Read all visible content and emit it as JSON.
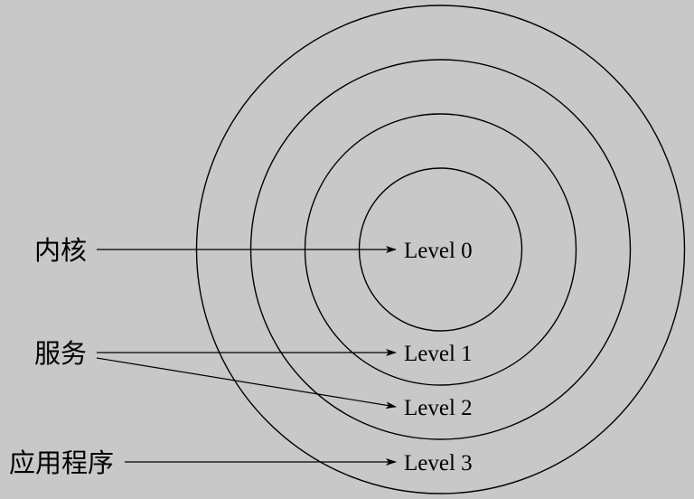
{
  "colors": {
    "background": "#c8c8c8",
    "stroke": "#000000"
  },
  "layers": {
    "kernel": "内核",
    "services": "服务",
    "applications": "应用程序"
  },
  "levels": {
    "level0": "Level 0",
    "level1": "Level 1",
    "level2": "Level 2",
    "level3": "Level 3"
  }
}
